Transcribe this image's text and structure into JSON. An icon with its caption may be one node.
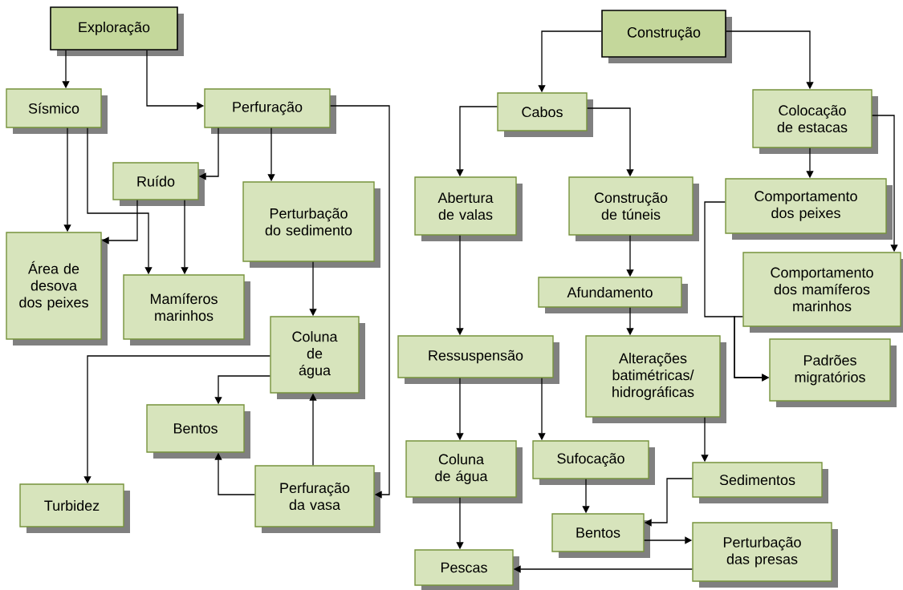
{
  "diagram": {
    "nodes": [
      {
        "text": [
          "Exploração"
        ]
      },
      {
        "text": [
          "Sísmico"
        ]
      },
      {
        "text": [
          "Perfuração"
        ]
      },
      {
        "text": [
          "Ruído"
        ]
      },
      {
        "text": [
          "Perturbação do sedimento"
        ]
      },
      {
        "text": [
          "Área de desova dos peixes"
        ]
      },
      {
        "text": [
          "Mamíferos marinhos"
        ]
      },
      {
        "text": [
          "Coluna de água"
        ]
      },
      {
        "text": [
          "Bentos"
        ]
      },
      {
        "text": [
          "Turbidez"
        ]
      },
      {
        "text": [
          "Perfuração da vasa"
        ]
      },
      {
        "text": [
          "Construção"
        ]
      },
      {
        "text": [
          "Cabos"
        ]
      },
      {
        "text": [
          "Colocação de estacas"
        ]
      },
      {
        "text": [
          "Abertura de valas"
        ]
      },
      {
        "text": [
          "Construção de túneis"
        ]
      },
      {
        "text": [
          "Comportamento dos peixes"
        ]
      },
      {
        "text": [
          "Afundamento"
        ]
      },
      {
        "text": [
          "Comportamento dos mamíferos marinhos"
        ]
      },
      {
        "text": [
          "Ressuspensão"
        ]
      },
      {
        "text": [
          "Alterações batimétricas/ hidrográficas"
        ]
      },
      {
        "text": [
          "Padrões migratórios"
        ]
      },
      {
        "text": [
          "Coluna de água"
        ]
      },
      {
        "text": [
          "Sufocação"
        ]
      },
      {
        "text": [
          "Sedimentos"
        ]
      },
      {
        "text": [
          "Bentos"
        ]
      },
      {
        "text": [
          "Perturbação das presas"
        ]
      },
      {
        "text": [
          "Pescas"
        ]
      }
    ],
    "edges": [
      {
        "from": 0,
        "to": 1,
        "arrow": "to"
      },
      {
        "from": 0,
        "to": 2,
        "arrow": "to"
      },
      {
        "from": 1,
        "to": 5,
        "arrow": "to"
      },
      {
        "from": 1,
        "to": 6,
        "arrow": "to"
      },
      {
        "from": 2,
        "to": 3,
        "arrow": "to"
      },
      {
        "from": 2,
        "to": 4,
        "arrow": "to"
      },
      {
        "from": 2,
        "to": 10,
        "arrow": "to"
      },
      {
        "from": 3,
        "to": 5,
        "arrow": "to"
      },
      {
        "from": 3,
        "to": 6,
        "arrow": "to"
      },
      {
        "from": 4,
        "to": 7,
        "arrow": "to"
      },
      {
        "from": 7,
        "to": 9,
        "arrow": "to"
      },
      {
        "from": 7,
        "to": 8,
        "arrow": "to"
      },
      {
        "from": 10,
        "to": 7,
        "arrow": "to"
      },
      {
        "from": 10,
        "to": 8,
        "arrow": "to"
      },
      {
        "from": 11,
        "to": 12,
        "arrow": "to"
      },
      {
        "from": 11,
        "to": 13,
        "arrow": "to"
      },
      {
        "from": 12,
        "to": 14,
        "arrow": "to"
      },
      {
        "from": 12,
        "to": 15,
        "arrow": "to"
      },
      {
        "from": 13,
        "to": 16,
        "arrow": "to"
      },
      {
        "from": 13,
        "to": 18,
        "arrow": "to"
      },
      {
        "from": 14,
        "to": 19,
        "arrow": "to"
      },
      {
        "from": 15,
        "to": 17,
        "arrow": "to"
      },
      {
        "from": 16,
        "to": 21,
        "arrow": "to"
      },
      {
        "from": 18,
        "to": 21,
        "arrow": "to"
      },
      {
        "from": 17,
        "to": 20,
        "arrow": "to"
      },
      {
        "from": 19,
        "to": 22,
        "arrow": "to"
      },
      {
        "from": 19,
        "to": 23,
        "arrow": "to"
      },
      {
        "from": 20,
        "to": 24,
        "arrow": "to"
      },
      {
        "from": 22,
        "to": 27,
        "arrow": "to"
      },
      {
        "from": 23,
        "to": 25,
        "arrow": "to"
      },
      {
        "from": 24,
        "to": 25,
        "arrow": "to"
      },
      {
        "from": 25,
        "to": 26,
        "arrow": "to"
      },
      {
        "from": 26,
        "to": 27,
        "arrow": "to"
      }
    ]
  }
}
